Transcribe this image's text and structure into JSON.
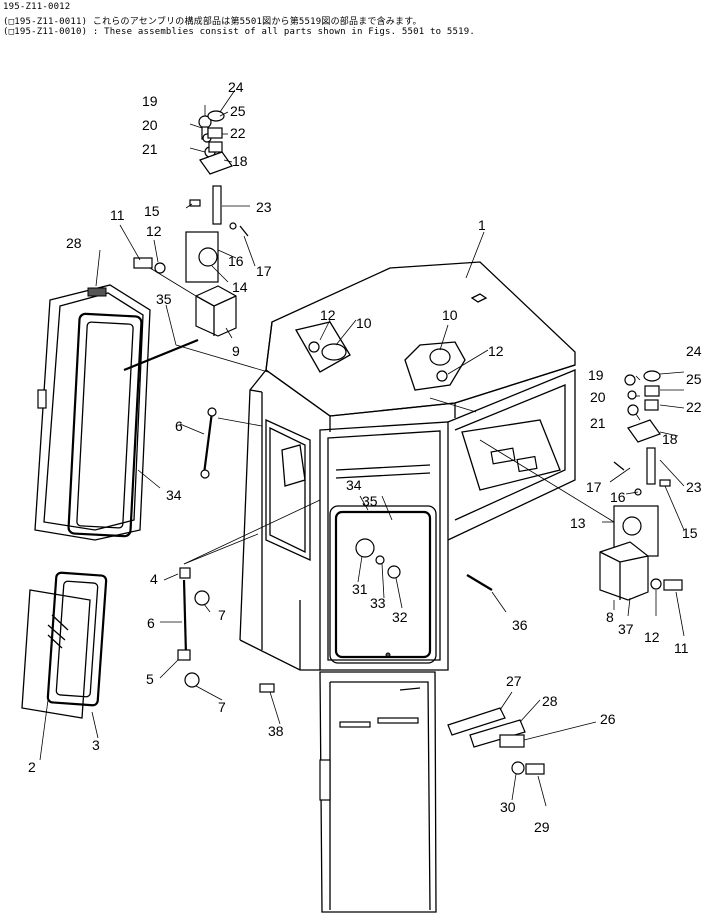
{
  "header": {
    "line1": "195-Z11-0012",
    "line2": "(□195-Z11-0011) これらのアセンブリの構成部品は第5501図から第5519図の部品まで含みます。",
    "line3": "(□195-Z11-0010) : These assemblies consist of all parts shown in Figs. 5501 to 5519."
  },
  "callouts": [
    {
      "id": "c1",
      "text": "1"
    },
    {
      "id": "c2",
      "text": "2"
    },
    {
      "id": "c3",
      "text": "3"
    },
    {
      "id": "c4",
      "text": "4"
    },
    {
      "id": "c5",
      "text": "5"
    },
    {
      "id": "c6a",
      "text": "6"
    },
    {
      "id": "c6b",
      "text": "6"
    },
    {
      "id": "c7a",
      "text": "7"
    },
    {
      "id": "c7b",
      "text": "7"
    },
    {
      "id": "c8",
      "text": "8"
    },
    {
      "id": "c9",
      "text": "9"
    },
    {
      "id": "c10a",
      "text": "10"
    },
    {
      "id": "c10b",
      "text": "10"
    },
    {
      "id": "c11a",
      "text": "11"
    },
    {
      "id": "c11b",
      "text": "11"
    },
    {
      "id": "c12a",
      "text": "12"
    },
    {
      "id": "c12b",
      "text": "12"
    },
    {
      "id": "c12c",
      "text": "12"
    },
    {
      "id": "c12d",
      "text": "12"
    },
    {
      "id": "c13",
      "text": "13"
    },
    {
      "id": "c14",
      "text": "14"
    },
    {
      "id": "c15a",
      "text": "15"
    },
    {
      "id": "c15b",
      "text": "15"
    },
    {
      "id": "c16a",
      "text": "16"
    },
    {
      "id": "c16b",
      "text": "16"
    },
    {
      "id": "c17a",
      "text": "17"
    },
    {
      "id": "c17b",
      "text": "17"
    },
    {
      "id": "c18a",
      "text": "18"
    },
    {
      "id": "c18b",
      "text": "18"
    },
    {
      "id": "c19a",
      "text": "19"
    },
    {
      "id": "c19b",
      "text": "19"
    },
    {
      "id": "c20a",
      "text": "20"
    },
    {
      "id": "c20b",
      "text": "20"
    },
    {
      "id": "c21a",
      "text": "21"
    },
    {
      "id": "c21b",
      "text": "21"
    },
    {
      "id": "c22a",
      "text": "22"
    },
    {
      "id": "c22b",
      "text": "22"
    },
    {
      "id": "c23a",
      "text": "23"
    },
    {
      "id": "c23b",
      "text": "23"
    },
    {
      "id": "c24a",
      "text": "24"
    },
    {
      "id": "c24b",
      "text": "24"
    },
    {
      "id": "c25a",
      "text": "25"
    },
    {
      "id": "c25b",
      "text": "25"
    },
    {
      "id": "c26",
      "text": "26"
    },
    {
      "id": "c27",
      "text": "27"
    },
    {
      "id": "c28a",
      "text": "28"
    },
    {
      "id": "c28b",
      "text": "28"
    },
    {
      "id": "c29",
      "text": "29"
    },
    {
      "id": "c30",
      "text": "30"
    },
    {
      "id": "c31",
      "text": "31"
    },
    {
      "id": "c32",
      "text": "32"
    },
    {
      "id": "c33",
      "text": "33"
    },
    {
      "id": "c34a",
      "text": "34"
    },
    {
      "id": "c34b",
      "text": "34"
    },
    {
      "id": "c35a",
      "text": "35"
    },
    {
      "id": "c35b",
      "text": "35"
    },
    {
      "id": "c36",
      "text": "36"
    },
    {
      "id": "c37",
      "text": "37"
    },
    {
      "id": "c38",
      "text": "38"
    }
  ]
}
